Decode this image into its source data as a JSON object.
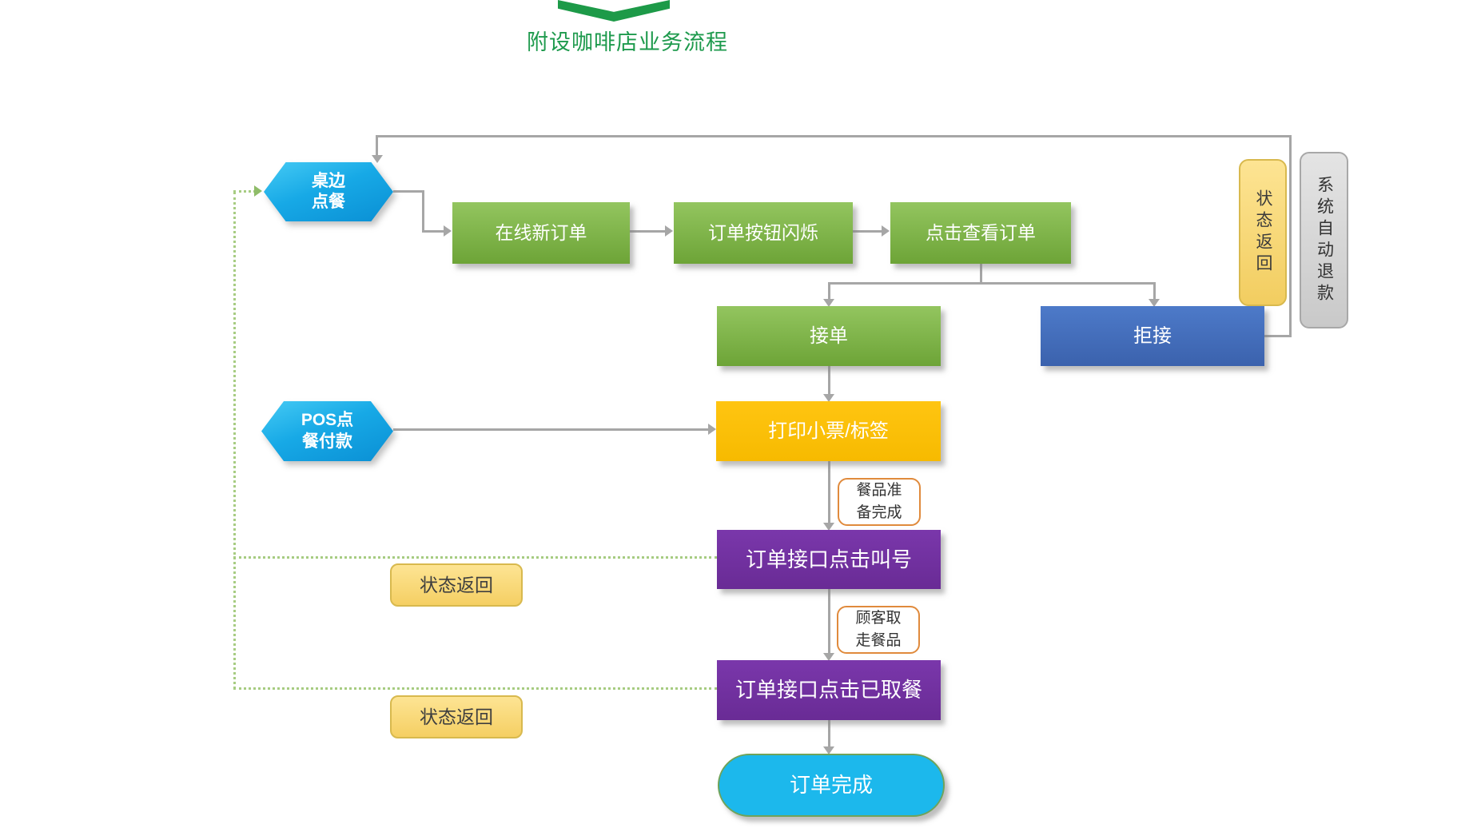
{
  "title": "附设咖啡店业务流程",
  "flow": {
    "table_order": "桌边\n点餐",
    "online_new_order": "在线新订单",
    "order_button_flash": "订单按钮闪烁",
    "click_view_order": "点击查看订单",
    "accept": "接单",
    "reject": "拒接",
    "status_return_right": "状态返回",
    "system_auto_refund": "系统自动退款",
    "pos_order": "POS点\n餐付款",
    "print_receipt": "打印小票/标签",
    "meal_ready": "餐品准\n备完成",
    "call_number": "订单接口点击叫号",
    "status_return_1": "状态返回",
    "customer_pickup": "顾客取\n走餐品",
    "picked_up": "订单接口点击已取餐",
    "status_return_2": "状态返回",
    "order_complete": "订单完成"
  },
  "colors": {
    "title_green": "#1e9a4d",
    "node_green": "#79b041",
    "node_blue": "#4472c4",
    "node_purple": "#7030a0",
    "node_orange": "#ffc000",
    "node_cyan": "#1cb8ec",
    "hexagon_cyan": "#17a9e6",
    "note_yellow": "#fbdf7e",
    "note_gray": "#d6d6d6",
    "callout_border_orange": "#e08a3c",
    "connector_gray": "#a6a6a6",
    "dotted_green": "#a7cc82"
  }
}
